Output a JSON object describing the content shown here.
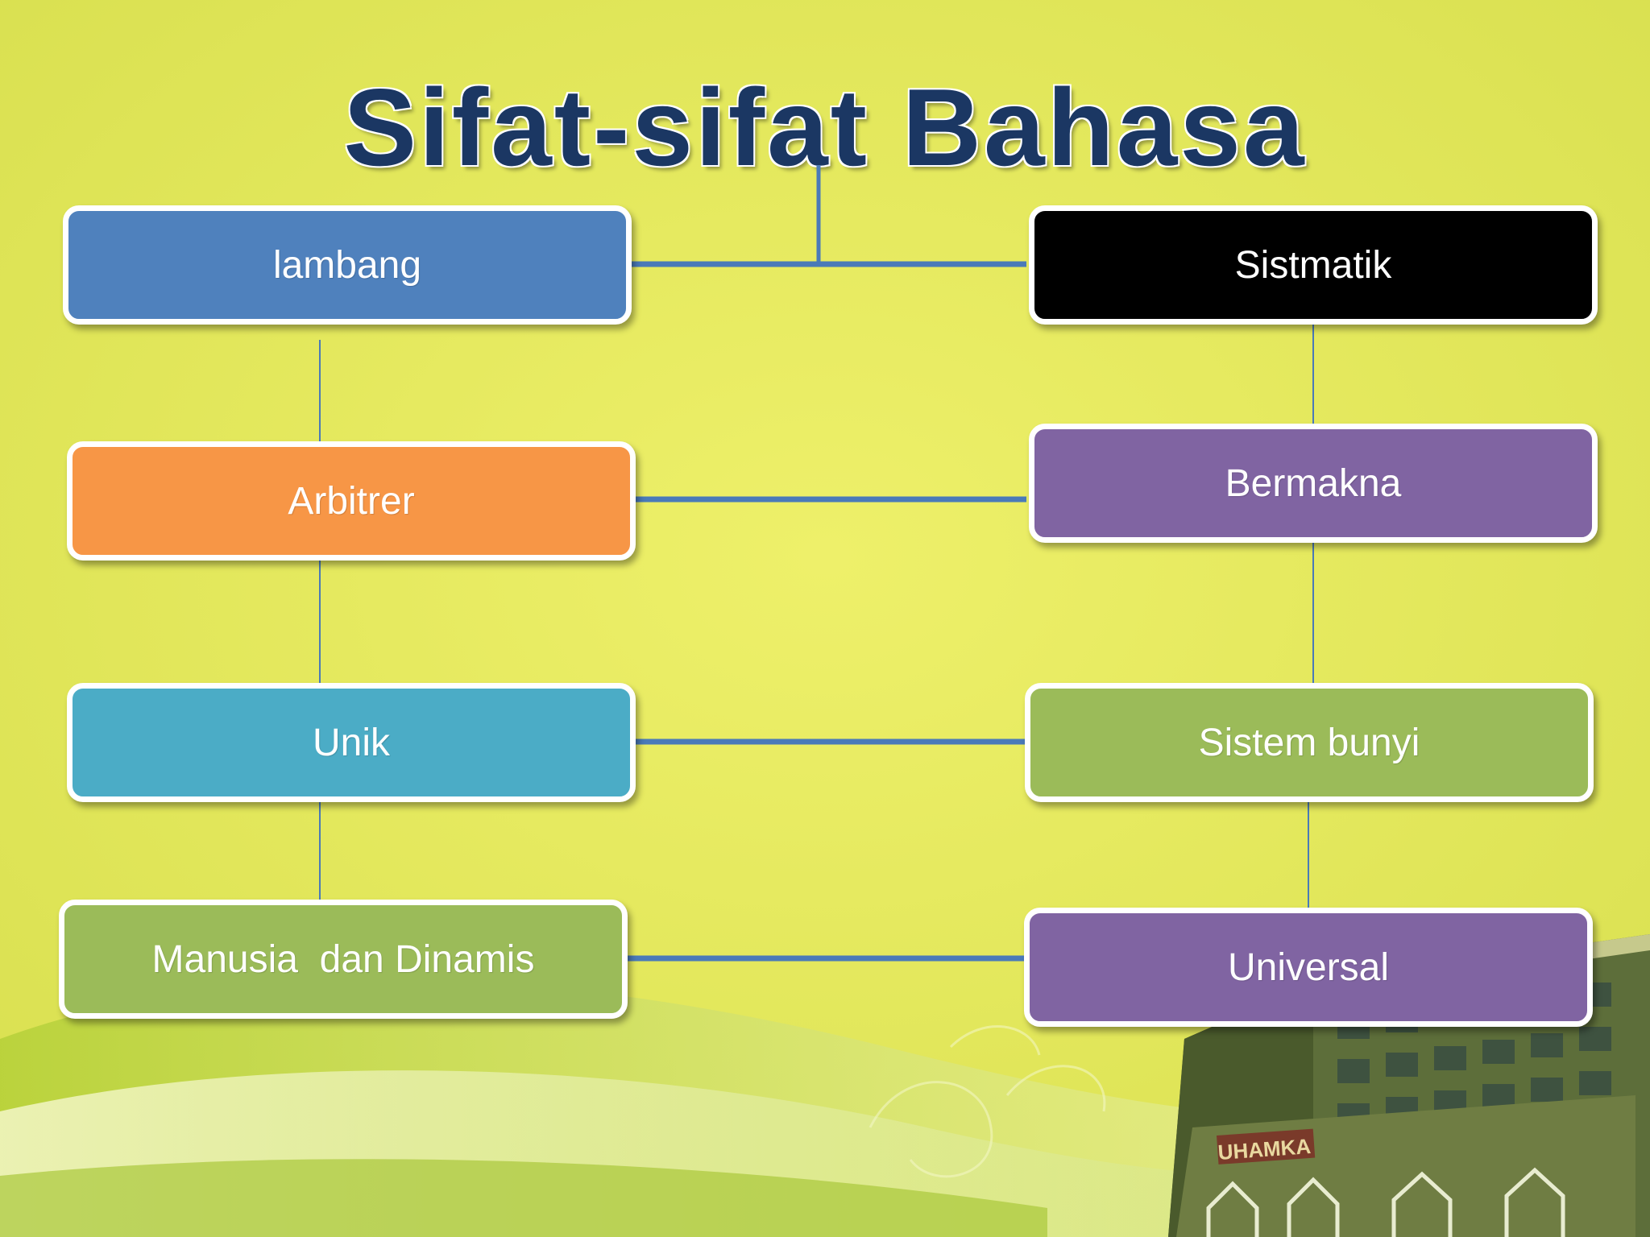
{
  "title": "Sifat-sifat Bahasa",
  "colors": {
    "title": "#1b3763",
    "connector": "#4a7ab8",
    "background": "#e6e85f"
  },
  "nodes": {
    "lambang": {
      "label": "lambang",
      "color": "#4f81bd"
    },
    "arbitrer": {
      "label": "Arbitrer",
      "color": "#f79646"
    },
    "unik": {
      "label": "Unik",
      "color": "#4bacc6"
    },
    "manusia": {
      "label": "Manusia  dan Dinamis",
      "color": "#9bbb59"
    },
    "sistmatik": {
      "label": "Sistmatik",
      "color": "#000000"
    },
    "bermakna": {
      "label": "Bermakna",
      "color": "#8064a2"
    },
    "sistem_bunyi": {
      "label": "Sistem bunyi",
      "color": "#9bbb59"
    },
    "universal": {
      "label": "Universal",
      "color": "#8064a2"
    }
  },
  "building": {
    "sign": "UHAMKA"
  }
}
